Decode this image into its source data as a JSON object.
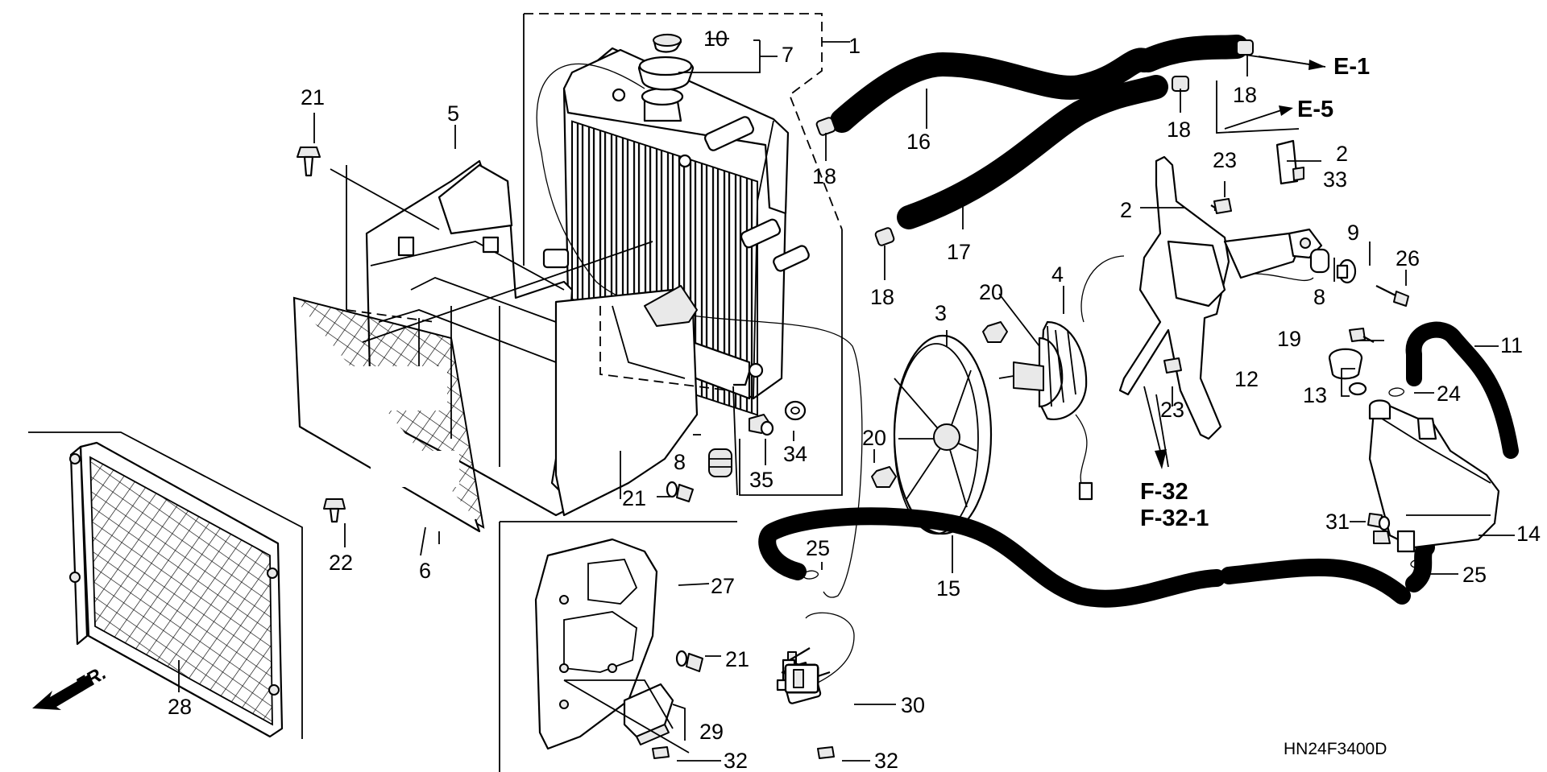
{
  "diagram": {
    "part_numbers": {
      "p1": "1",
      "p2a": "2",
      "p2b": "2",
      "p33": "33",
      "p3": "3",
      "p4": "4",
      "p5": "5",
      "p6": "6",
      "p7": "7",
      "p8a": "8",
      "p8b": "8",
      "p9": "9",
      "p10": "10",
      "p11": "11",
      "p12": "12",
      "p13": "13",
      "p14": "14",
      "p15": "15",
      "p16": "16",
      "p17": "17",
      "p18a": "18",
      "p18b": "18",
      "p18c": "18",
      "p18d": "18",
      "p19": "19",
      "p20a": "20",
      "p20b": "20",
      "p21a": "21",
      "p21b": "21",
      "p21c": "21",
      "p22": "22",
      "p23a": "23",
      "p23b": "23",
      "p24": "24",
      "p25a": "25",
      "p25b": "25",
      "p26": "26",
      "p27": "27",
      "p28": "28",
      "p29": "29",
      "p30": "30",
      "p31": "31",
      "p32a": "32",
      "p32b": "32",
      "p34": "34",
      "p35": "35"
    },
    "references": {
      "e1": "E-1",
      "e5": "E-5",
      "f32": "F-32",
      "f32_1": "F-32-1",
      "front": "FR."
    },
    "diagram_code": "HN24F3400D"
  }
}
